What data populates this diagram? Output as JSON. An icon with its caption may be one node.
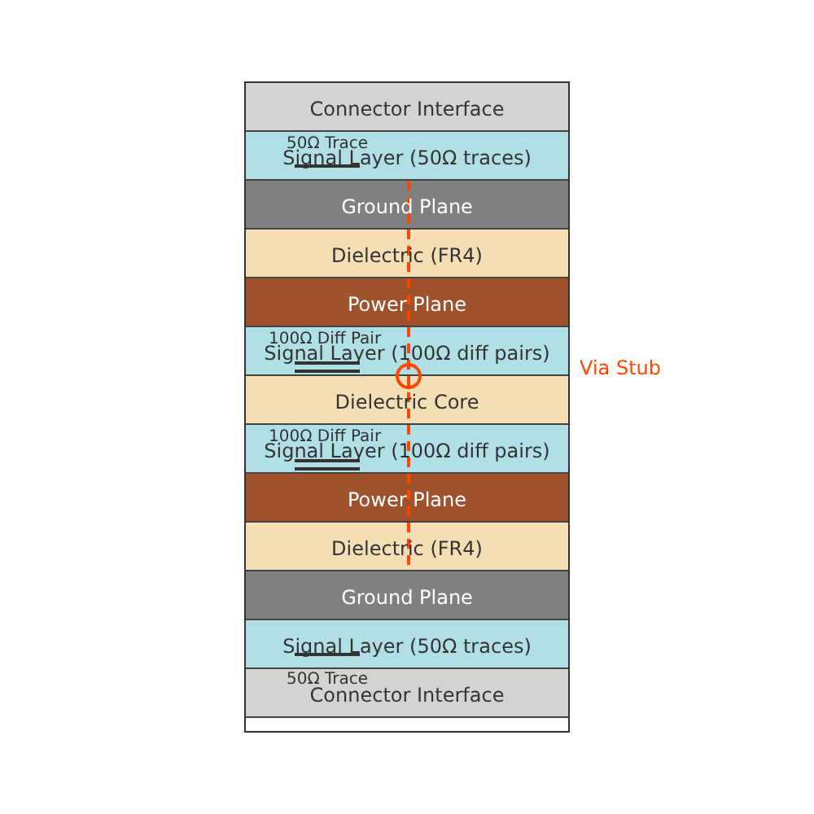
{
  "diagram": {
    "nodes": [
      {
        "text": [
          "Connector Interface"
        ]
      },
      {
        "text": [
          "Signal Layer (50Ω traces)"
        ]
      },
      {
        "text": [
          "Ground Plane"
        ]
      },
      {
        "text": [
          "Dielectric (FR4)"
        ]
      },
      {
        "text": [
          "Power Plane"
        ]
      },
      {
        "text": [
          "Signal Layer (100Ω diff pairs)"
        ]
      },
      {
        "text": [
          "Dielectric Core"
        ]
      },
      {
        "text": [
          "Signal Layer (100Ω diff pairs)"
        ]
      },
      {
        "text": [
          "Power Plane"
        ]
      },
      {
        "text": [
          "Dielectric (FR4)"
        ]
      },
      {
        "text": [
          "Ground Plane"
        ]
      },
      {
        "text": [
          "Signal Layer (50Ω traces)"
        ]
      },
      {
        "text": [
          "Connector Interface"
        ]
      }
    ],
    "labels": [
      "50Ω Trace",
      "100Ω Diff Pair",
      "Via Stub",
      "100Ω Diff Pair",
      "50Ω Trace"
    ]
  }
}
